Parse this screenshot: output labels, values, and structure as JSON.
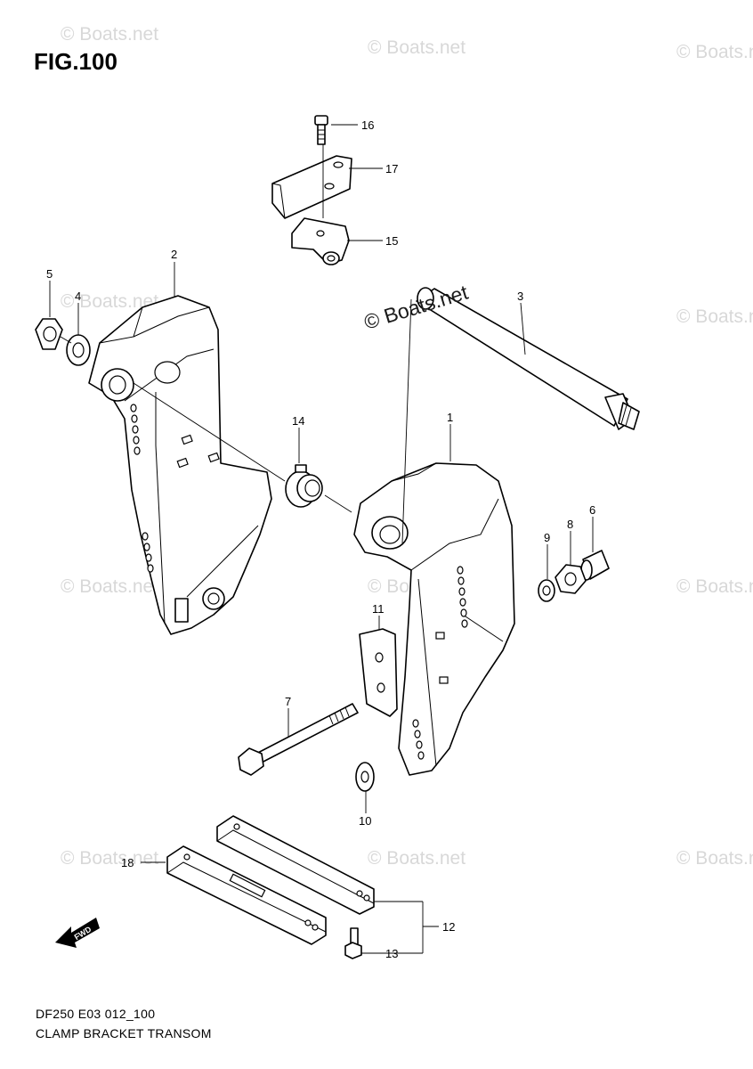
{
  "figure": {
    "title": "FIG.100",
    "model_code": "DF250 E03 012_100",
    "caption": "CLAMP BRACKET TRANSOM"
  },
  "watermark": {
    "text": "© Boats.net"
  },
  "fwd_arrow": {
    "label": "FWD"
  },
  "callouts": [
    {
      "id": "1",
      "label": "1"
    },
    {
      "id": "2",
      "label": "2"
    },
    {
      "id": "3",
      "label": "3"
    },
    {
      "id": "4",
      "label": "4"
    },
    {
      "id": "5",
      "label": "5"
    },
    {
      "id": "6",
      "label": "6"
    },
    {
      "id": "7",
      "label": "7"
    },
    {
      "id": "8",
      "label": "8"
    },
    {
      "id": "9",
      "label": "9"
    },
    {
      "id": "10",
      "label": "10"
    },
    {
      "id": "11",
      "label": "11"
    },
    {
      "id": "12",
      "label": "12"
    },
    {
      "id": "13",
      "label": "13"
    },
    {
      "id": "14",
      "label": "14"
    },
    {
      "id": "15",
      "label": "15"
    },
    {
      "id": "16",
      "label": "16"
    },
    {
      "id": "17",
      "label": "17"
    },
    {
      "id": "18",
      "label": "18"
    }
  ]
}
